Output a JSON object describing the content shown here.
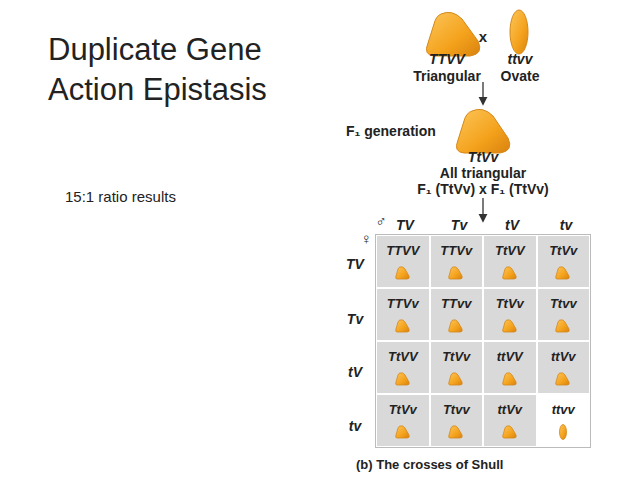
{
  "diagram": {
    "title": "Duplicate Gene Action Epistasis",
    "caption": "(b) The crosses of Shull",
    "nodes": [
      {
        "text": [
          "TTVV"
        ]
      },
      {
        "text": [
          "TTVv"
        ]
      },
      {
        "text": [
          "TtVV"
        ]
      },
      {
        "text": [
          "TtVv"
        ]
      },
      {
        "text": [
          "TTVv"
        ]
      },
      {
        "text": [
          "TTvv"
        ]
      },
      {
        "text": [
          "TtVv"
        ]
      },
      {
        "text": [
          "Ttvv"
        ]
      },
      {
        "text": [
          "TtVV"
        ]
      },
      {
        "text": [
          "TtVv"
        ]
      },
      {
        "text": [
          "ttVV"
        ]
      },
      {
        "text": [
          "ttVv"
        ]
      },
      {
        "text": [
          "TtVv"
        ]
      },
      {
        "text": [
          "Ttvv"
        ]
      },
      {
        "text": [
          "ttVv"
        ]
      },
      {
        "text": [
          "ttvv"
        ]
      }
    ],
    "labels": [
      "15:1 ratio results",
      "x",
      "TTVV",
      "Triangular",
      "ttvv",
      "Ovate",
      "F₁ generation",
      "TtVv",
      "All triangular",
      "F₁ (TtVv) x F₁ (TtVv)",
      "♂",
      "TV",
      "Tv",
      "tV",
      "tv",
      "♀",
      "TV",
      "Tv",
      "tV",
      "tv"
    ]
  }
}
